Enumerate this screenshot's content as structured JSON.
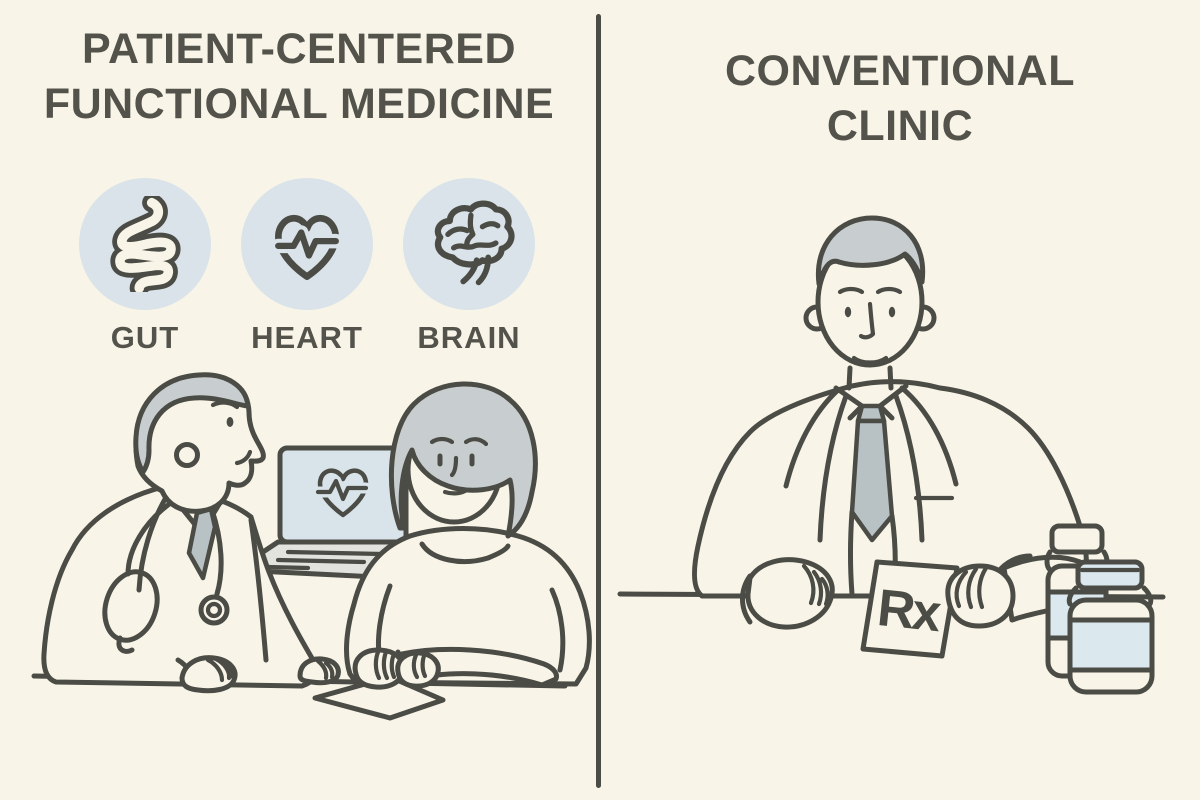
{
  "left_panel": {
    "title_line1": "PATIENT-CENTERED",
    "title_line2": "FUNCTIONAL MEDICINE",
    "icons": [
      {
        "name": "gut-icon",
        "label": "GUT"
      },
      {
        "name": "heart-icon",
        "label": "HEART"
      },
      {
        "name": "brain-icon",
        "label": "BRAIN"
      }
    ],
    "scene_elements": [
      "doctor-with-stethoscope",
      "laptop-with-heart-ecg",
      "patient",
      "consultation-table",
      "document-on-table"
    ]
  },
  "right_panel": {
    "title_line1": "CONVENTIONAL",
    "title_line2": "CLINIC",
    "rx_symbol": "Rx",
    "scene_elements": [
      "doctor-in-coat",
      "prescription-pad",
      "pill-bottles",
      "table"
    ]
  },
  "colors": {
    "background": "#f8f5e8",
    "line": "#4c4c46",
    "text": "#53534c",
    "icon_circle": "#d9e3e9",
    "hair_gray": "#c8cecf",
    "tie_gray": "#b8c2c5",
    "screen_blue": "#d8e4ea",
    "laptop_base": "#e2e3de",
    "bottle_label": "#dbe8ee"
  }
}
